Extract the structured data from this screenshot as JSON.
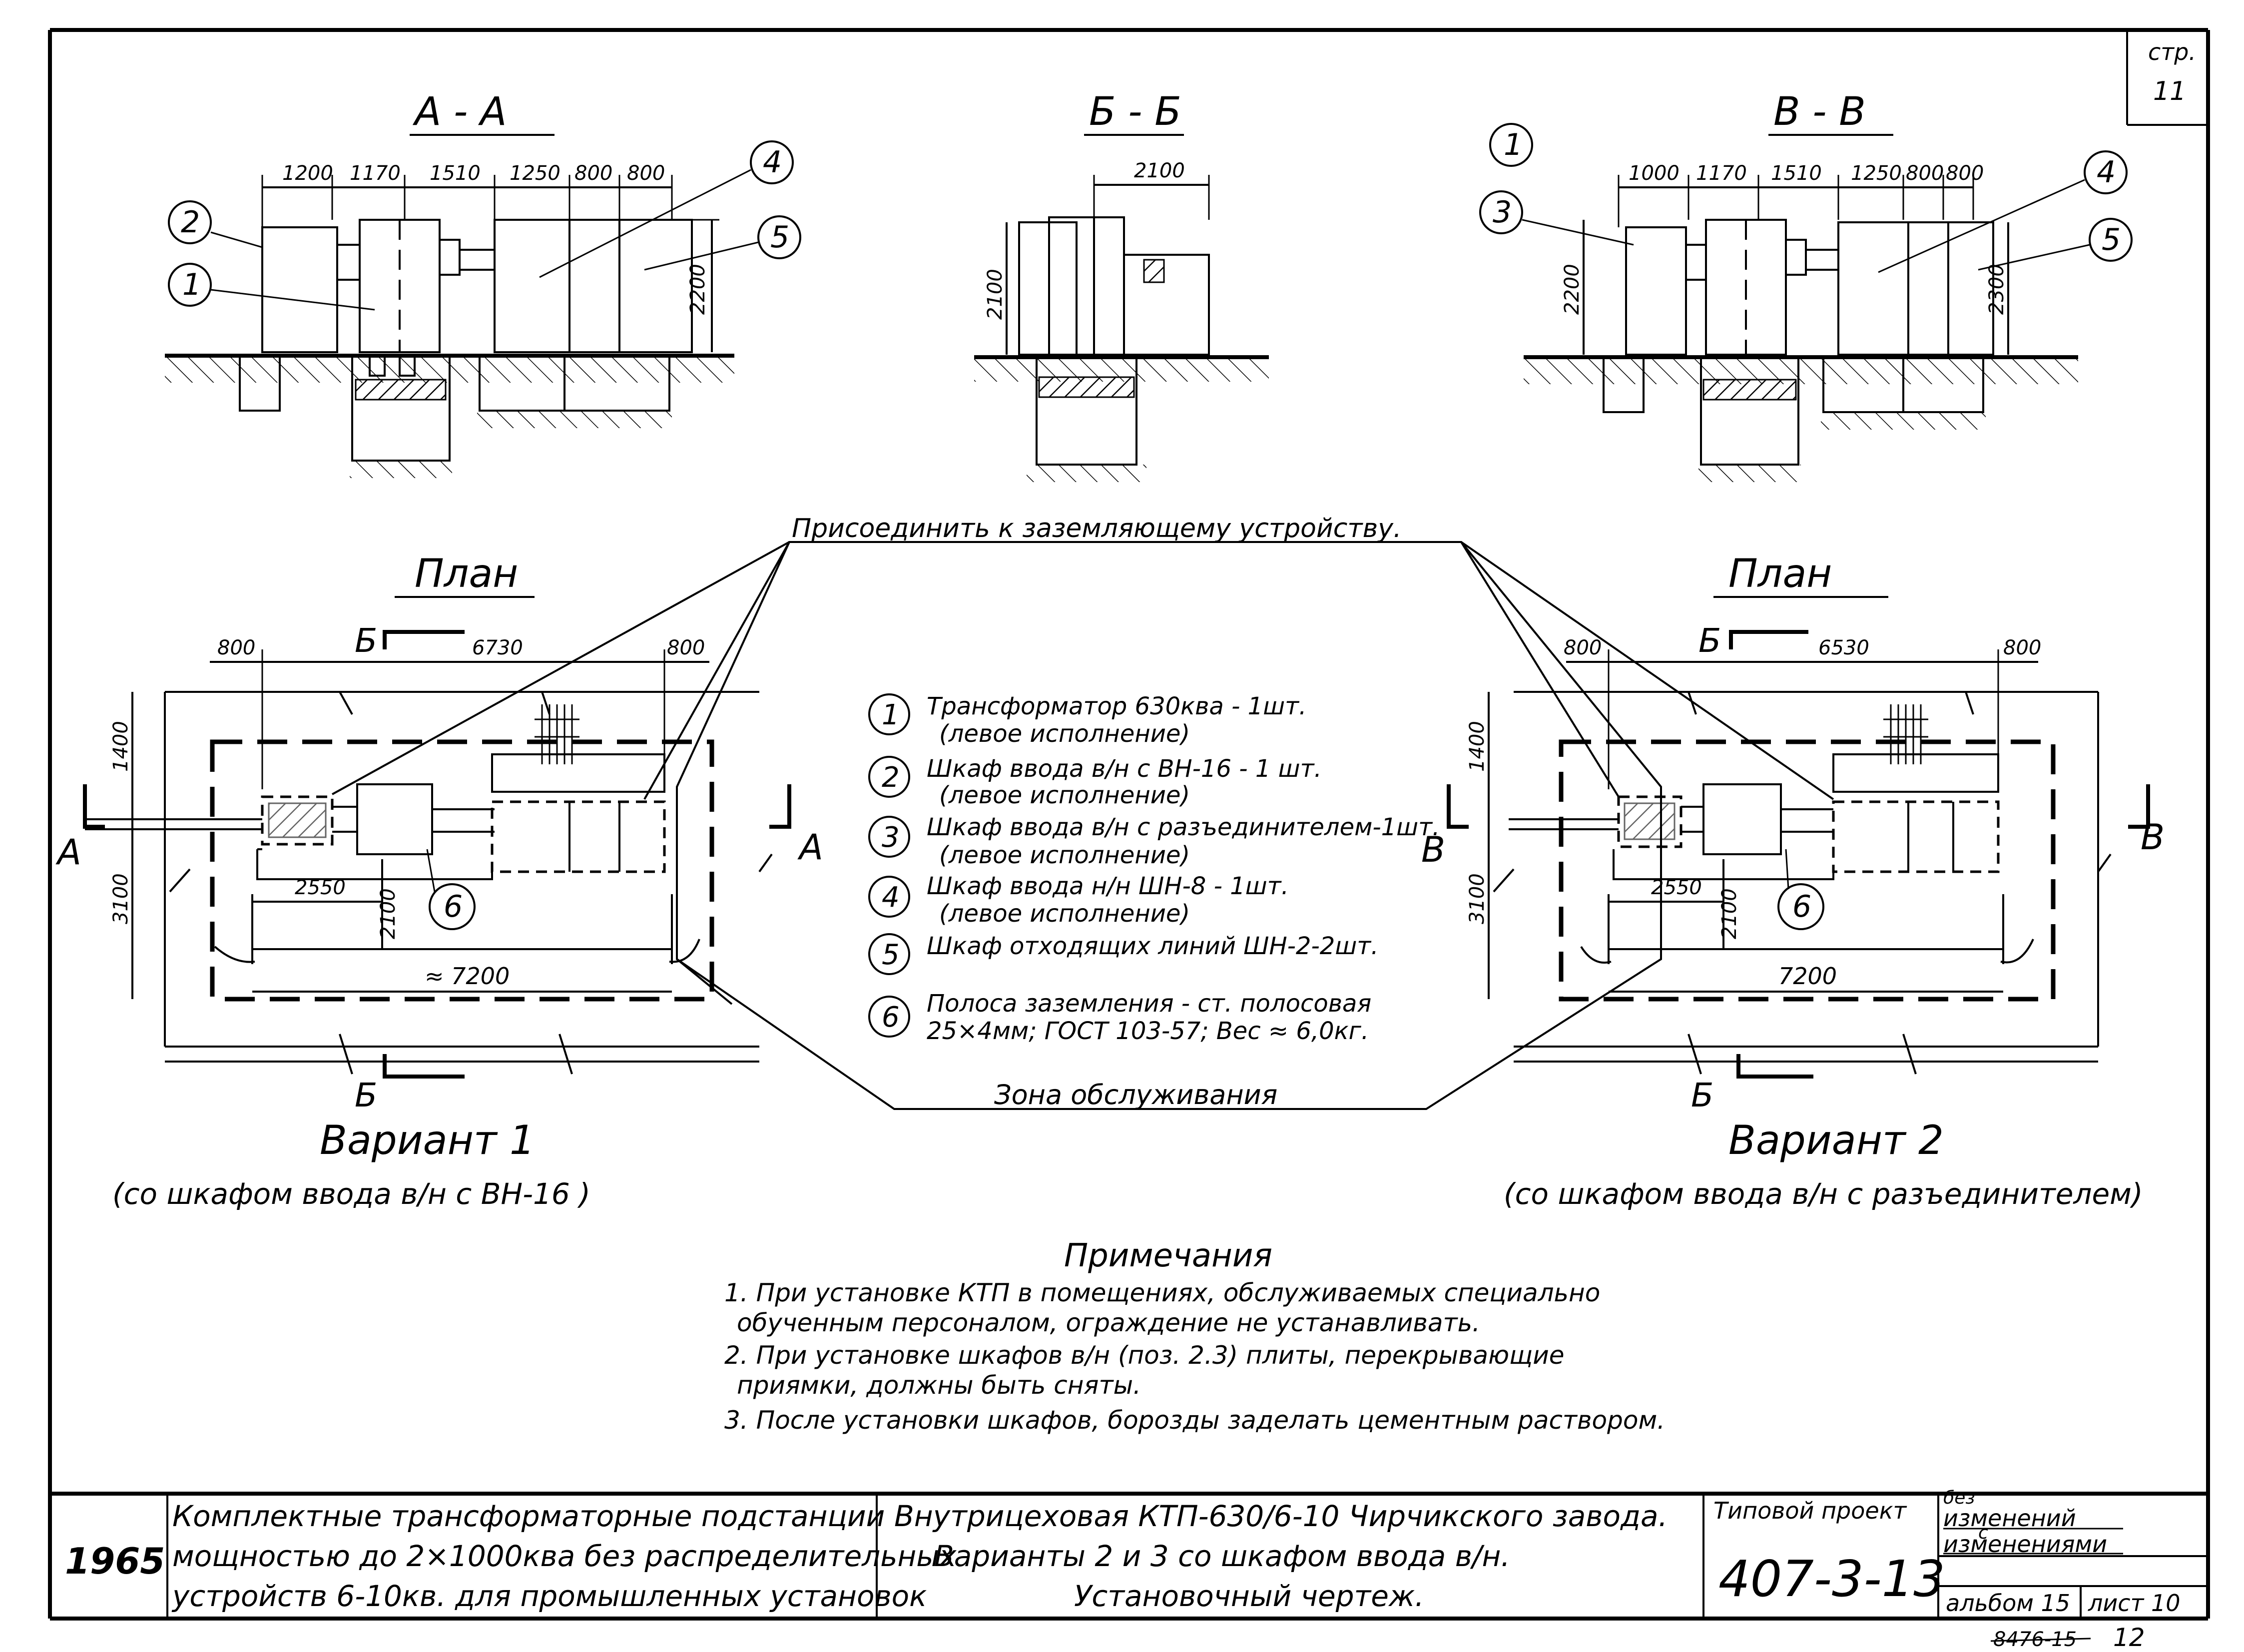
{
  "sheet": {
    "corner_mark_1": "стр.",
    "corner_mark_2": "11"
  },
  "sections": {
    "aa": {
      "title": "А - А",
      "dims": [
        "1200",
        "1170",
        "1510",
        "1250",
        "800",
        "800"
      ],
      "height_dim": "2200"
    },
    "bb": {
      "title": "Б - Б",
      "width_dim": "2100",
      "height_dim": "2100"
    },
    "vv": {
      "title": "В - В",
      "dims": [
        "1000",
        "1170",
        "1510",
        "1250",
        "800",
        "800"
      ],
      "height_dim_left": "2200",
      "height_dim_right": "2300"
    }
  },
  "plans": {
    "left": {
      "title": "План",
      "cut_top": "Б",
      "cut_bottom": "Б",
      "cut_left": "А",
      "cut_right": "А",
      "dim_margin_left": "800",
      "dim_total": "6730",
      "dim_margin_right": "800",
      "dim_depth_top": "1400",
      "dim_depth_bottom": "3100",
      "dim_offset": "2550",
      "dim_vertical": "2100",
      "dim_service": "≈ 7200"
    },
    "right": {
      "title": "План",
      "cut_top": "Б",
      "cut_bottom": "Б",
      "cut_left": "В",
      "cut_right": "В",
      "dim_margin_left": "800",
      "dim_total": "6530",
      "dim_margin_right": "800",
      "dim_depth_top": "1400",
      "dim_depth_bottom": "3100",
      "dim_offset": "2550",
      "dim_vertical": "2100",
      "dim_service": "7200"
    }
  },
  "callouts": {
    "c1": "1",
    "c2": "2",
    "c3": "3",
    "c4": "4",
    "c5": "5",
    "c6": "6"
  },
  "annotations": {
    "ground_connect": "Присоединить к заземляющему устройству.",
    "service_zone": "Зона обслуживания"
  },
  "legend": [
    {
      "num": "1",
      "line1": "Трансформатор 630ква - 1шт.",
      "line2": "(левое исполнение)"
    },
    {
      "num": "2",
      "line1": "Шкаф ввода в/н с ВН-16 - 1 шт.",
      "line2": "(левое исполнение)"
    },
    {
      "num": "3",
      "line1": "Шкаф ввода в/н с разъединителем-1шт.",
      "line2": "(левое исполнение)"
    },
    {
      "num": "4",
      "line1": "Шкаф ввода н/н ШН-8 - 1шт.",
      "line2": "(левое исполнение)"
    },
    {
      "num": "5",
      "line1": "Шкаф отходящих линий ШН-2-2шт.",
      "line2": ""
    },
    {
      "num": "6",
      "line1": "Полоса заземления - ст. полосовая",
      "line2": "25×4мм; ГОСТ 103-57; Вес ≈ 6,0кг."
    }
  ],
  "variants": {
    "v1_title": "Вариант 1",
    "v1_sub": "(со шкафом ввода в/н с ВН-16 )",
    "v2_title": "Вариант 2",
    "v2_sub": "(со шкафом ввода в/н с разъединителем)"
  },
  "notes": {
    "heading": "Примечания",
    "lines": [
      "1. При установке КТП в помещениях, обслуживаемых специально",
      "обученным персоналом, ограждение не устанавливать.",
      "2. При установке шкафов в/н (поз. 2.3) плиты, перекрывающие",
      "приямки, должны быть сняты.",
      "3. После установки шкафов, борозды заделать цементным раствором."
    ]
  },
  "title_block": {
    "year": "1965",
    "desc_1": "Комплектные трансформаторные подстанции",
    "desc_2": "мощностью до 2×1000ква без распределительных",
    "desc_3": "устройств 6-10кв. для промышленных установок",
    "title_1": "Внутрицеховая КТП-630/6-10 Чирчикского завода.",
    "title_2": "Варианты 2 и 3   со шкафом ввода в/н.",
    "title_3": "Установочный чертеж.",
    "project_label": "Типовой проект",
    "project_number": "407-3-13",
    "status_1": "без",
    "status_2": "изменений",
    "status_3": "с",
    "status_4": "изменениями",
    "album": "альбом 15",
    "sheet_no": "лист 10"
  },
  "footer": {
    "inventory": "8476-15",
    "page": "12"
  }
}
